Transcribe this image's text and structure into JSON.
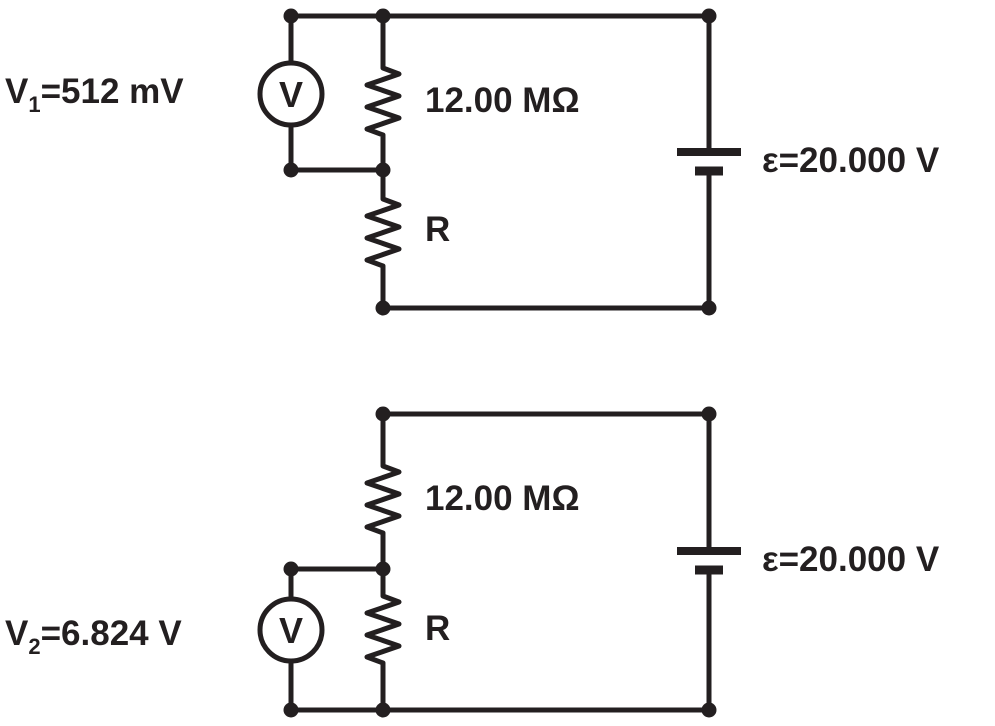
{
  "circuit_top": {
    "voltmeter_reading_symbol": "V",
    "voltmeter_reading_subscript": "1",
    "voltmeter_reading_value": "=512 mV",
    "voltmeter_letter": "V",
    "resistor_top_label": "12.00 MΩ",
    "resistor_bottom_label": "R",
    "emf_label": "ε=20.000 V"
  },
  "circuit_bottom": {
    "voltmeter_reading_symbol": "V",
    "voltmeter_reading_subscript": "2",
    "voltmeter_reading_value": "=6.824 V",
    "voltmeter_letter": "V",
    "resistor_top_label": "12.00 MΩ",
    "resistor_bottom_label": "R",
    "emf_label": "ε=20.000 V"
  },
  "colors": {
    "ink": "#231f20",
    "background": "#ffffff"
  }
}
